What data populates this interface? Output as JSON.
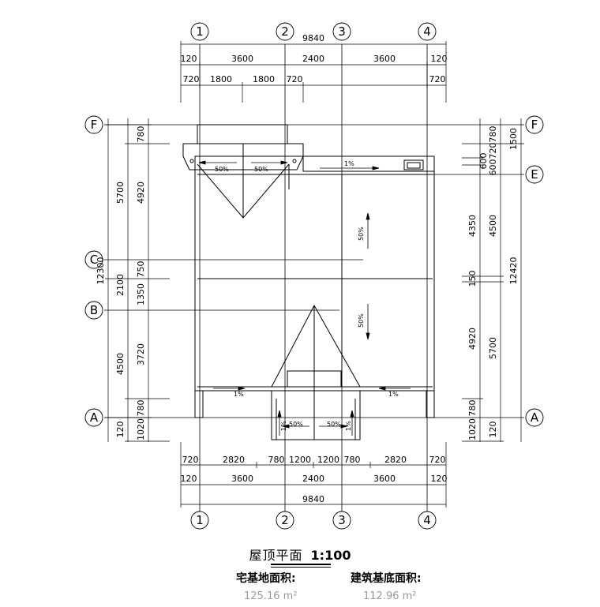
{
  "drawing": {
    "axes_top": [
      "1",
      "2",
      "3",
      "4"
    ],
    "axes_bottom": [
      "1",
      "2",
      "3",
      "4"
    ],
    "axes_left": [
      "F",
      "C",
      "B",
      "A"
    ],
    "axes_right": [
      "F",
      "E",
      "A"
    ],
    "dims_top_total": "9840",
    "dims_top_row1": [
      "120",
      "3600",
      "2400",
      "3600",
      "120"
    ],
    "dims_top_row2": [
      "720",
      "1800",
      "1800",
      "720",
      "720"
    ],
    "dims_bottom_row1": [
      "720",
      "2820",
      "780",
      "1200",
      "1200",
      "780",
      "2820",
      "720"
    ],
    "dims_bottom_row2": [
      "120",
      "3600",
      "2400",
      "3600",
      "120"
    ],
    "dims_bottom_total": "9840",
    "dims_left_outer": [
      "5700",
      "12300",
      "2100",
      "4500",
      "120"
    ],
    "dims_left_inner": [
      "780",
      "4920",
      "750",
      "1350",
      "3720",
      "780",
      "1020"
    ],
    "dims_right_outer": [
      "1500",
      "4500",
      "12420",
      "5700",
      "120"
    ],
    "dims_right_inner": [
      "780",
      "720",
      "600",
      "600",
      "4350",
      "150",
      "4920",
      "780",
      "1020"
    ],
    "slopes": {
      "north_left": "50%",
      "north_right": "50%",
      "gutter_top": "1%",
      "main_up": "50%",
      "main_down": "50%",
      "gutter_left": "1%",
      "gutter_right": "1%",
      "porch_left": "50%",
      "porch_right": "50%",
      "porch_side_left": "1%",
      "porch_side_right": "1%"
    }
  },
  "footer": {
    "title": "屋顶平面",
    "scale": "1:100",
    "site_area_label": "宅基地面积:",
    "site_area_value": "125.16 m²",
    "building_area_label": "建筑基底面积:",
    "building_area_value": "112.96 m²"
  }
}
